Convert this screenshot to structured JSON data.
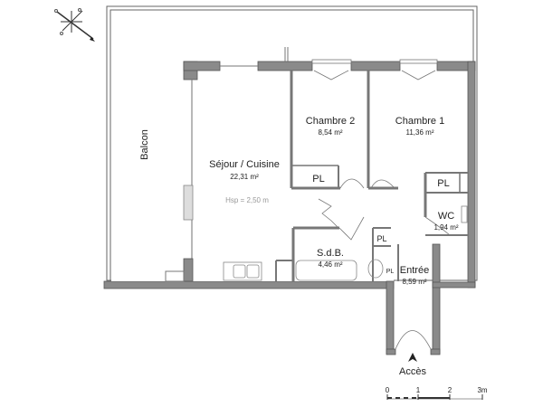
{
  "plan": {
    "rooms": [
      {
        "id": "balcon",
        "name": "Balcon",
        "area": ""
      },
      {
        "id": "sejour",
        "name": "Séjour / Cuisine",
        "area": "22,31 m²"
      },
      {
        "id": "chambre2",
        "name": "Chambre 2",
        "area": "8,54 m²"
      },
      {
        "id": "chambre1",
        "name": "Chambre 1",
        "area": "11,36 m²"
      },
      {
        "id": "sdb",
        "name": "S.d.B.",
        "area": "4,46 m²"
      },
      {
        "id": "wc",
        "name": "WC",
        "area": "1,94 m²"
      },
      {
        "id": "entree",
        "name": "Entrée",
        "area": "8,59 m²"
      }
    ],
    "closets": [
      "PL",
      "PL",
      "PL",
      "PL"
    ],
    "hsp": "Hsp = 2,50 m",
    "access_label": "Accès",
    "scale": {
      "ticks": [
        "0",
        "1",
        "2",
        "3m"
      ]
    },
    "compass_icon": "compass-rose-icon",
    "colors": {
      "wall": "#8a8a8a",
      "line": "#666666",
      "text": "#222222"
    }
  }
}
